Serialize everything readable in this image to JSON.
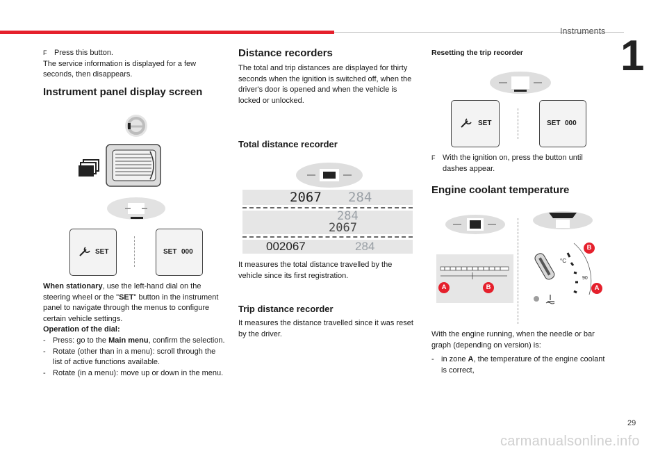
{
  "header": {
    "chapter": "Instruments",
    "chapter_number": "1",
    "page_number": "29"
  },
  "watermark": "carmanualsonline.info",
  "col1": {
    "intro_bullet": "Press this button.",
    "intro_text": "The service information is displayed for a few seconds, then disappears.",
    "heading": "Instrument panel display screen",
    "fig_set_label": "SET",
    "fig_set_value": "000",
    "when_strong": "When stationary",
    "when_rest_a": ", use the left-hand dial on the steering wheel or the \"",
    "when_set": "SET",
    "when_rest_b": "\" button in the instrument panel to navigate through the menus to configure certain vehicle settings.",
    "op_heading": "Operation of the dial:",
    "op1_a": "Press: go to the ",
    "op1_strong": "Main menu",
    "op1_b": ", confirm the selection.",
    "op2": "Rotate (other than in a menu): scroll through the list of active functions available.",
    "op3": "Rotate (in a menu): move up or down in the menu."
  },
  "col2": {
    "heading": "Distance recorders",
    "text": "The total and trip distances are displayed for thirty seconds when the ignition is switched off, when the driver's door is opened and when the vehicle is locked or unlocked.",
    "total_heading": "Total distance recorder",
    "odo1_total": "2067",
    "odo1_trip": "284",
    "odo2_trip": "284",
    "odo2_total": "2067",
    "odo3_total": "002067",
    "odo3_trip": "284",
    "total_text": "It measures the total distance travelled by the vehicle since its first registration.",
    "trip_heading": "Trip distance recorder",
    "trip_text": "It measures the distance travelled since it was reset by the driver."
  },
  "col3": {
    "reset_heading": "Resetting the trip recorder",
    "fig_set_label": "SET",
    "fig_set_value": "000",
    "reset_text": "With the ignition on, press the button until dashes appear.",
    "coolant_heading": "Engine coolant temperature",
    "zone_a": "A",
    "zone_b": "B",
    "gauge_unit": "°C",
    "gauge_mark": "90",
    "coolant_text": "With the engine running, when the needle or bar graph (depending on version) is:",
    "zone_item_a": "in zone ",
    "zone_item_strong": "A",
    "zone_item_b": ", the temperature of the engine coolant is correct,"
  },
  "bullet_symbol": "F",
  "dash_symbol": "-",
  "colors": {
    "accent": "#e5202c",
    "panel": "#e6e6e6"
  }
}
